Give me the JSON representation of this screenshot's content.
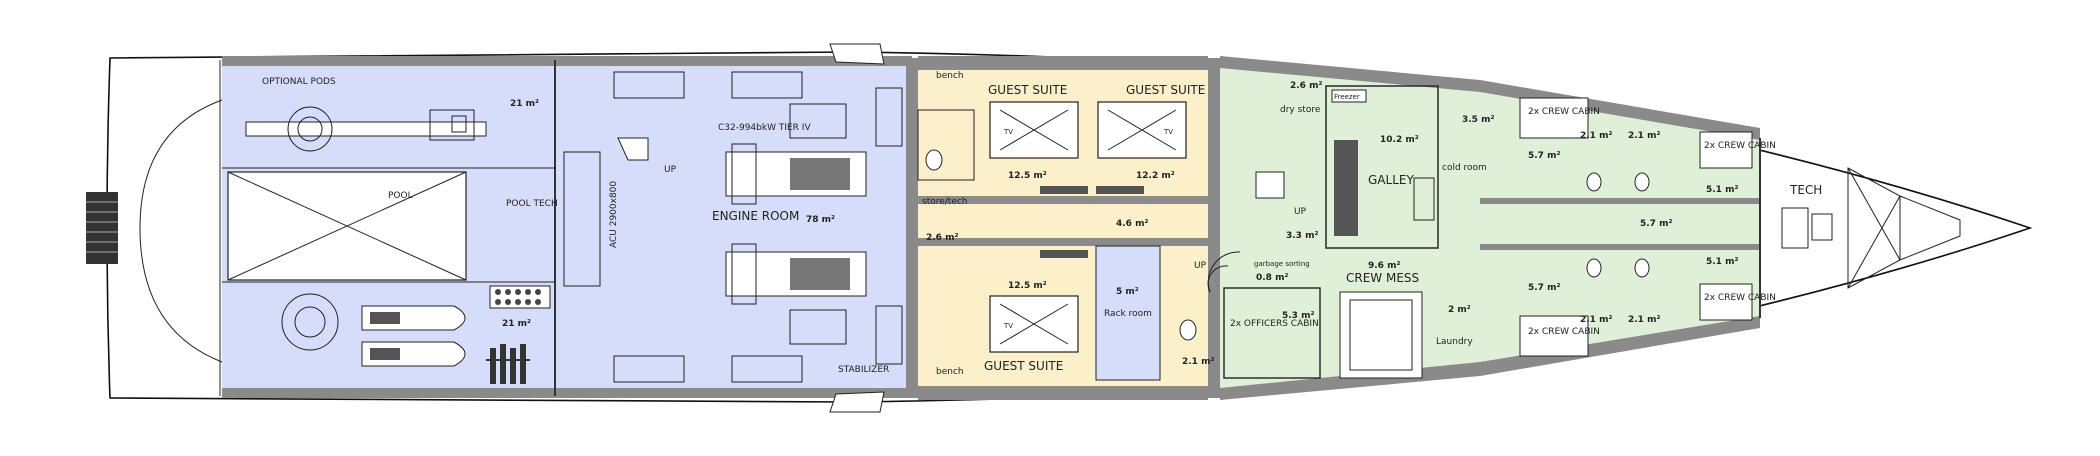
{
  "labels": {
    "optional_pods": "OPTIONAL PODS",
    "pool": "POOL",
    "pool_tech": "POOL TECH",
    "acu": "ACU 2900x800",
    "up_aft": "UP",
    "engine_spec": "C32-994bkW TIER IV",
    "engine_room": "ENGINE ROOM",
    "stabilizer": "STABILIZER",
    "bench": "bench",
    "guest_suite": "GUEST SUITE",
    "tv": "TV",
    "store_tech": "store/tech",
    "rack_room": "Rack room",
    "dry_store": "dry store",
    "galley": "GALLEY",
    "cold_room": "cold room",
    "up_fwd": "UP",
    "up_stair": "UP",
    "garbage_sorting": "garbage sorting",
    "officers_cabin": "2x OFFICERS CABIN",
    "crew_mess": "CREW MESS",
    "laundry": "Laundry",
    "crew_cabin": "2x CREW CABIN",
    "tech": "TECH",
    "freezer": "Freezer"
  },
  "areas": {
    "pods_store": "21 m²",
    "pool_tech": "21 m²",
    "engine_room": "78 m²",
    "store_tech": "2.6 m²",
    "guest_fwd_port": "12.5 m²",
    "guest_fwd_stbd": "12.2 m²",
    "guest_aft": "12.5 m²",
    "corridor": "4.6 m²",
    "rack_room": "5 m²",
    "dry_store": "2.6 m²",
    "galley": "10.2 m²",
    "cold_room": "3.5 m²",
    "lobby": "3.3 m²",
    "garbage": "0.8 m²",
    "officers": "5.3 m²",
    "officers_wc": "2.1 m²",
    "crew_mess": "9.6 m²",
    "crew_c1": "5.1 m²",
    "crew_c2": "5.7 m²",
    "crew_c3": "5.1 m²",
    "crew_c4": "5.7 m²",
    "crew_corridor": "5.7 m²",
    "wc_a": "2.1 m²",
    "wc_b": "2.1 m²",
    "wc_c": "2.1 m²",
    "wc_d": "2.1 m²",
    "laundry": "2 m²"
  },
  "colors": {
    "aft_zone": "#d6ddfa",
    "guest_zone": "#fbf0c9",
    "crew_zone": "#e0f0d8",
    "structure": "#8a8a8a"
  }
}
